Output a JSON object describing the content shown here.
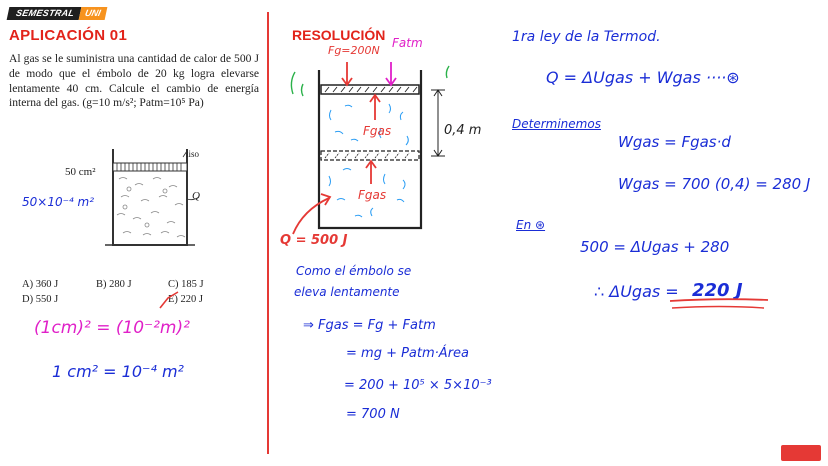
{
  "header": {
    "badge_left": "SEMESTRAL",
    "badge_right": "UNI",
    "title": "APLICACIÓN  01"
  },
  "problem": {
    "statement": "Al gas se le suministra una cantidad de calor de 500 J de modo que el émbolo de 20 kg logra elevarse lentamente 40 cm. Calcule el cambio de energía interna del gas. (g=10 m/s²; Patm=10⁵ Pa)",
    "figure": {
      "area_label": "50 cm²",
      "liso_label": "liso",
      "q_label": "Q",
      "handwritten_area": "50×10⁻⁴ m²"
    },
    "options": [
      {
        "letter": "A)",
        "value": "360 J"
      },
      {
        "letter": "B)",
        "value": "280 J"
      },
      {
        "letter": "C)",
        "value": "185 J"
      },
      {
        "letter": "D)",
        "value": "550 J"
      },
      {
        "letter": "E)",
        "value": "220 J"
      }
    ],
    "conversion_line1": "(1cm)² = (10⁻²m)²",
    "conversion_line2": "1 cm² = 10⁻⁴ m²"
  },
  "resolution": {
    "title": "RESOLUCIÓN",
    "diagram": {
      "fg_label": "Fg=200N",
      "fatm_label": "Fatm",
      "fgas_label": "Fgas",
      "height_label": "0,4 m",
      "q_label": "Q = 500 J"
    },
    "middle_notes": [
      "Como el émbolo se",
      "eleva lentamente",
      "⇒ Fgas = Fg + Fatm",
      "= mg + Patm·Área",
      "= 200 + 10⁵ × 5×10⁻³",
      "= 700 N"
    ],
    "right_notes": {
      "law_title": "1ra ley de la Termod.",
      "law_eq": "Q = ΔUgas + Wgas ····⊛",
      "determine_label": "Determinemos",
      "work_def": "Wgas = Fgas·d",
      "work_calc": "Wgas = 700 (0,4) = 280 J",
      "en_label": "En ⊛",
      "subst": "500 = ΔUgas + 280",
      "answer_prefix": "∴ ΔUgas =",
      "answer_value": "220 J"
    }
  },
  "colors": {
    "accent_red": "#e53935",
    "ink_blue": "#1a2dd6",
    "magenta": "#e020c8",
    "badge_orange": "#f7931e"
  }
}
